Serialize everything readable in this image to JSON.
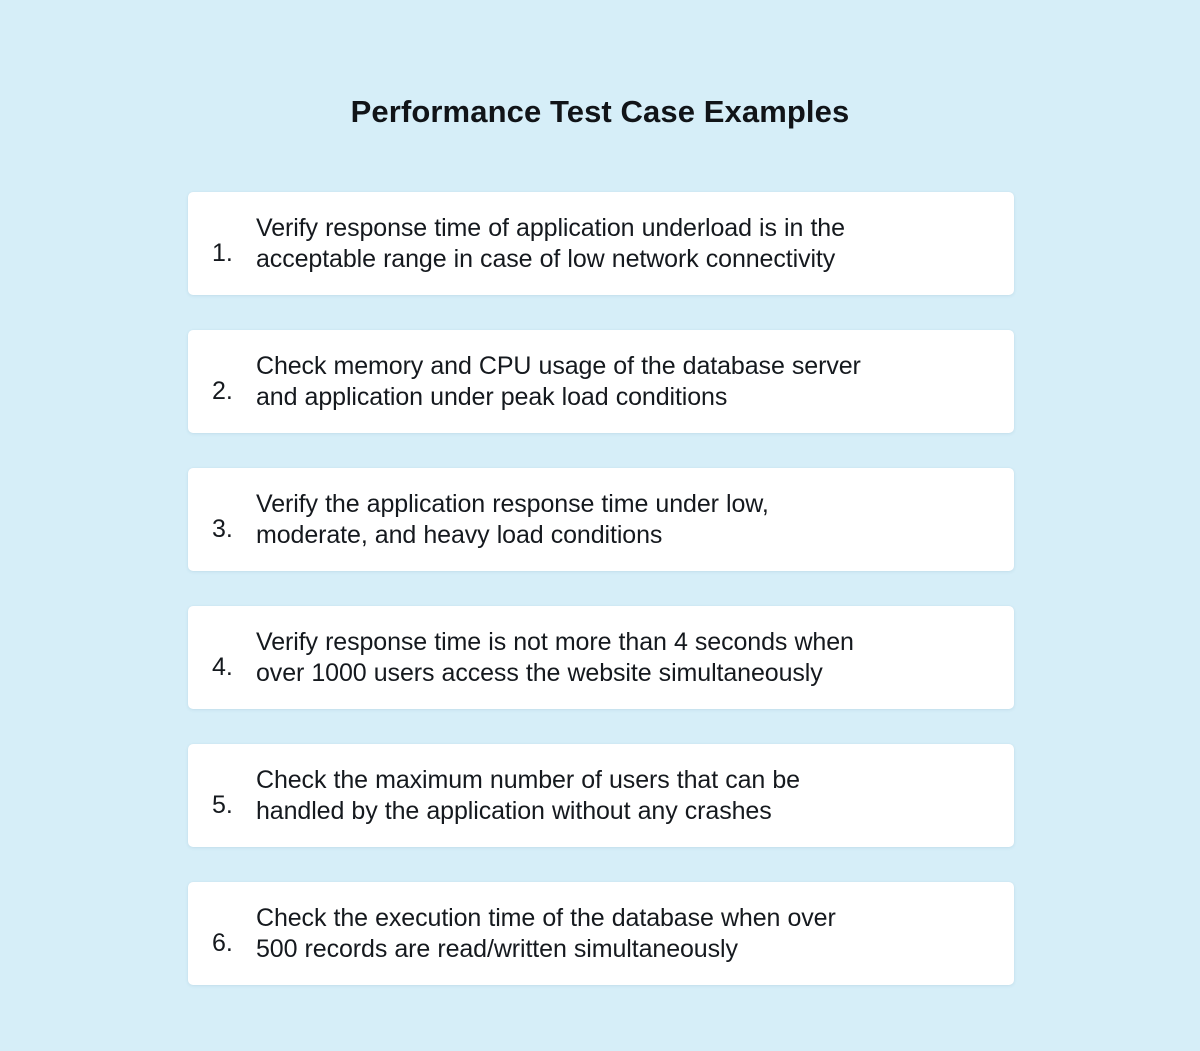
{
  "document": {
    "title": "Performance Test Case Examples",
    "background_color": "#d6eef8",
    "card_color": "#ffffff",
    "text_color": "#15191e"
  },
  "items": [
    {
      "number": "1.",
      "text": "Verify response time of application underload is in the acceptable range in case of low network connectivity",
      "line1": "Verify response time of application underload is in the",
      "line2": "acceptable range in case of low network connectivity"
    },
    {
      "number": "2.",
      "text": "Check memory and CPU usage of the database server and application under peak load conditions",
      "line1": "Check memory and CPU usage of the database server",
      "line2": "and application under peak load conditions"
    },
    {
      "number": "3.",
      "text": "Verify the application response time under low, moderate, and heavy load conditions",
      "line1": "Verify the application response time under low,",
      "line2": "moderate, and heavy load conditions"
    },
    {
      "number": "4.",
      "text": "Verify response time is not more than 4 seconds when over 1000 users access the website simultaneously",
      "line1": "Verify response time is not more than 4 seconds when",
      "line2": "over 1000 users access the website simultaneously"
    },
    {
      "number": "5.",
      "text": "Check the maximum number of users that can be handled by the application without any crashes",
      "line1": "Check the maximum number of users that can be",
      "line2": "handled by the application without any crashes"
    },
    {
      "number": "6.",
      "text": "Check the execution time of the database when over 500 records are read/written simultaneously",
      "line1": "Check the execution time of the database when over",
      "line2": "500 records are read/written simultaneously"
    }
  ]
}
